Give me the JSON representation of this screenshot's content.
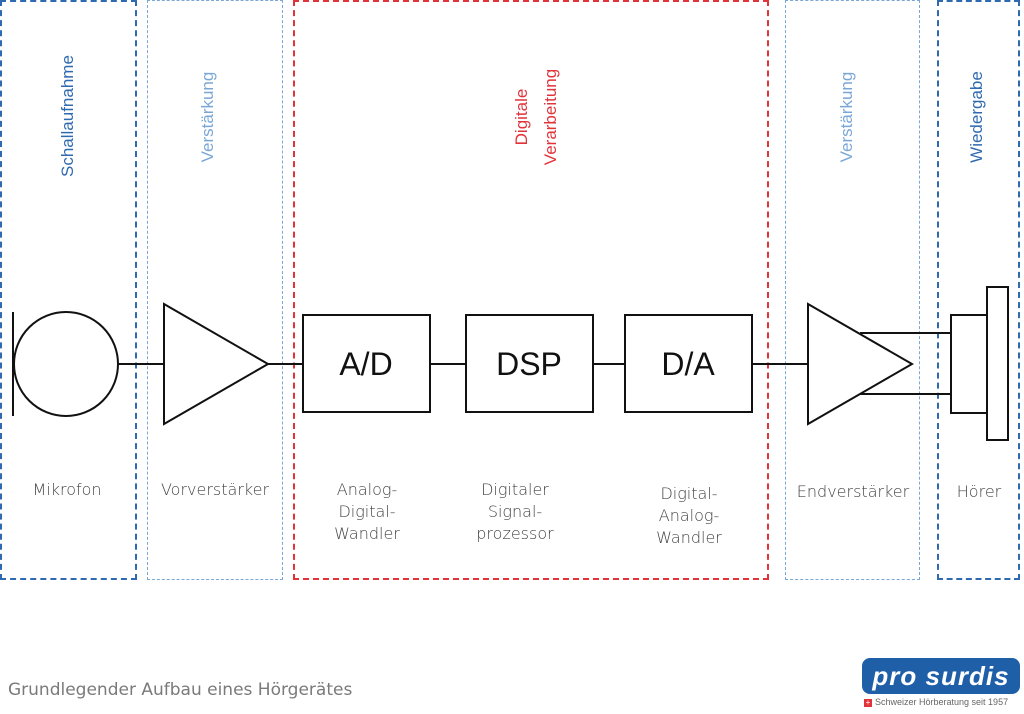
{
  "stages": [
    {
      "id": "schallaufnahme",
      "title": "Schallaufnahme",
      "style": "dark"
    },
    {
      "id": "verstaerkung-1",
      "title": "Verstärkung",
      "style": "light"
    },
    {
      "id": "digitale-verarbeitung",
      "title_line1": "Digitale",
      "title_line2": "Verarbeitung",
      "style": "red"
    },
    {
      "id": "verstaerkung-2",
      "title": "Verstärkung",
      "style": "light"
    },
    {
      "id": "wiedergabe",
      "title": "Wiedergabe",
      "style": "dark"
    }
  ],
  "blocks": {
    "ad": "A/D",
    "dsp": "DSP",
    "da": "D/A"
  },
  "components": {
    "mikrofon": [
      "Mikrofon"
    ],
    "vorverstaerker": [
      "Vorverstärker"
    ],
    "ad_wandler": [
      "Analog-",
      "Digital-",
      "Wandler"
    ],
    "dsp": [
      "Digitaler",
      "Signal-",
      "prozessor"
    ],
    "da_wandler": [
      "Digital-",
      "Analog-",
      "Wandler"
    ],
    "endverstaerker": [
      "Endverstärker"
    ],
    "hoerer": [
      "Hörer"
    ]
  },
  "caption": "Grundlegender Aufbau eines Hörgerätes",
  "logo": {
    "brand": "pro surdis",
    "tagline": "Schweizer Hörberatung seit 1957"
  },
  "colors": {
    "dark_blue": "#2f6ab0",
    "light_blue": "#7aa7d6",
    "red": "#e0333a"
  }
}
